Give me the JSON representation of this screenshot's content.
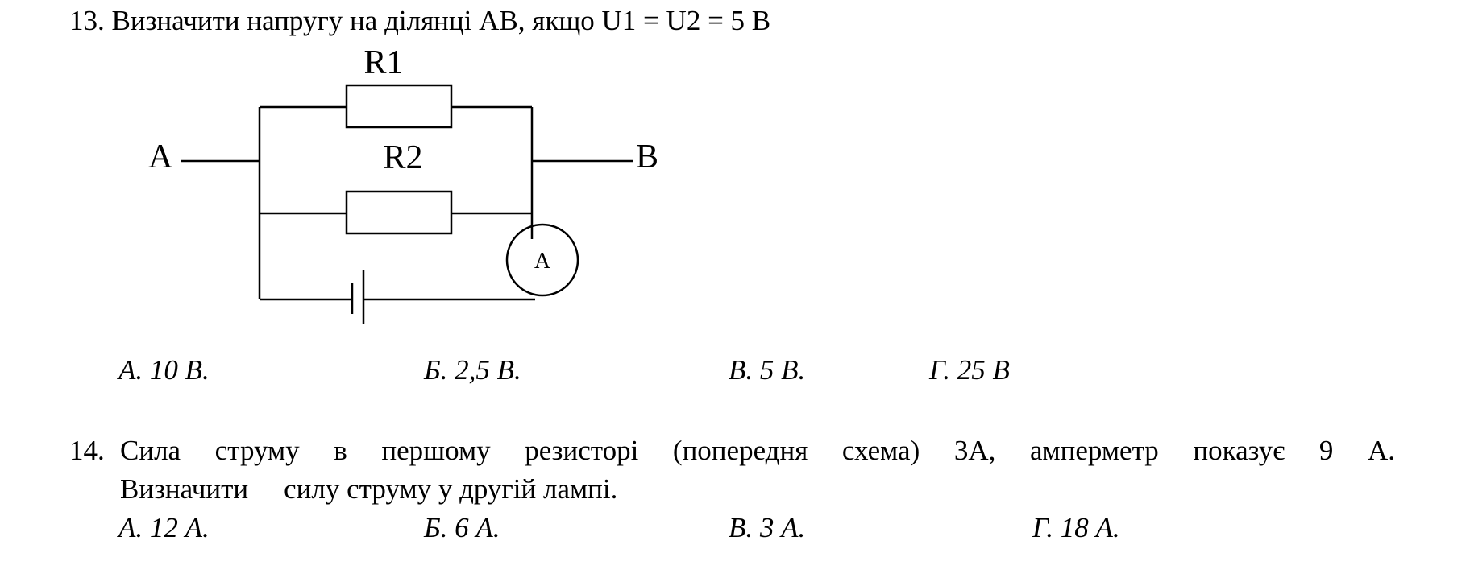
{
  "question13": {
    "number": "13.",
    "text": "Визначити напругу на ділянці АВ, якщо U1 = U2 = 5 В",
    "diagram": {
      "r1_label": "R1",
      "r2_label": "R2",
      "terminal_a": "A",
      "terminal_b": "B",
      "ammeter_label": "A"
    },
    "answers": [
      "А. 10 В.",
      "Б. 2,5 В.",
      "В. 5 В.",
      "Г. 25 В"
    ]
  },
  "question14": {
    "number": "14.",
    "line1": "Сила струму в першому резисторі (попередня схема) 3А, амперметр показує 9 А.",
    "line2_a": "Визначити",
    "line2_b": "силу струму у другій лампі.",
    "answers": [
      "А. 12 А.",
      "Б. 6 А.",
      "В. 3 А.",
      "Г. 18 А."
    ]
  }
}
